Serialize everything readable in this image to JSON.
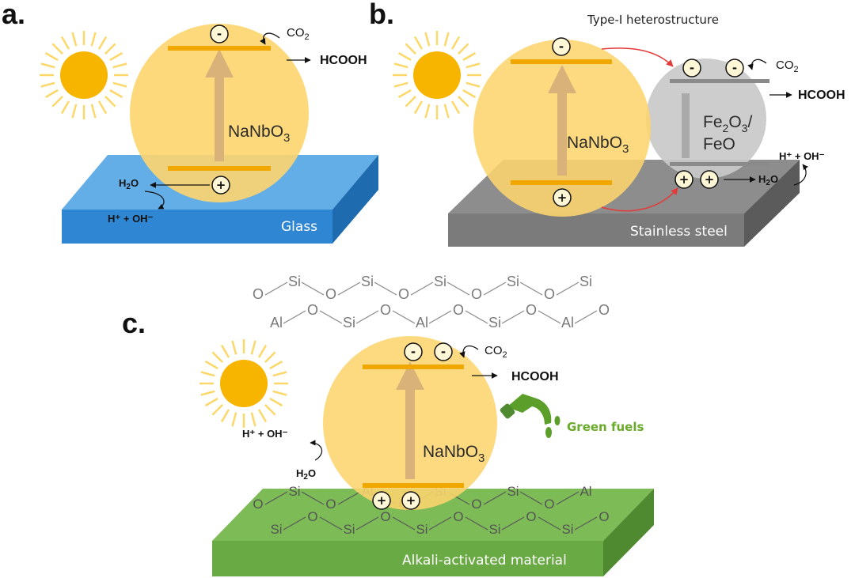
{
  "panels": {
    "a": {
      "label": "a.",
      "material": "NaNbO",
      "material_sub": "3",
      "substrate": "Glass",
      "product": "HCOOH",
      "co2": "CO",
      "co2_sub": "2",
      "h2o": "H",
      "h2o_sub": "2",
      "h2o_tail": "O",
      "ions": "H⁺ + OH⁻"
    },
    "b": {
      "label": "b.",
      "title": "Type-I heterostructure",
      "material": "NaNbO",
      "material_sub": "3",
      "material2_line1": "Fe",
      "material2_sub1": "2",
      "material2_mid": "O",
      "material2_sub2": "3",
      "material2_slash": "/",
      "material2_line2": "FeO",
      "substrate": "Stainless steel",
      "product": "HCOOH",
      "co2": "CO",
      "co2_sub": "2",
      "h2o": "H",
      "h2o_sub": "2",
      "h2o_tail": "O",
      "ions": "H⁺ + OH⁻"
    },
    "c": {
      "label": "c.",
      "material": "NaNbO",
      "material_sub": "3",
      "substrate": "Alkali-activated material",
      "product": "HCOOH",
      "co2": "CO",
      "co2_sub": "2",
      "h2o": "H",
      "h2o_sub": "2",
      "h2o_tail": "O",
      "ions": "H⁺ + OH⁻",
      "fuels": "Green fuels",
      "network_row1": [
        "O",
        "Si",
        "O",
        "Si",
        "O",
        "Si",
        "O",
        "Si",
        "O",
        "Si"
      ],
      "network_row2": [
        "Al",
        "O",
        "Si",
        "O",
        "Al",
        "O",
        "Si",
        "O",
        "Al",
        "O"
      ],
      "surface_row1": [
        "O",
        "Si",
        "O",
        "Al",
        "O",
        "Si",
        "O",
        "Si",
        "O",
        "Al"
      ],
      "surface_row2": [
        "Si",
        "O",
        "Si",
        "O",
        "Si",
        "O",
        "Si",
        "O",
        "Si",
        "O"
      ]
    }
  },
  "symbols": {
    "electron": "-",
    "hole": "+"
  },
  "colors": {
    "particle": "#fdd56e",
    "band": "#f0a800",
    "sun": "#f7b500",
    "glass": "#2f86d2",
    "steel": "#7b7b7b",
    "aam": "#6aaa45",
    "feo": "#c9c9c9",
    "red_arrow": "#e43a3a"
  }
}
